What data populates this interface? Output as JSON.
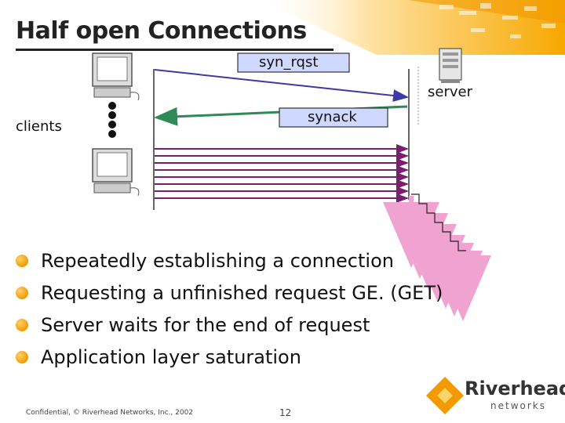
{
  "title": "Half open Connections",
  "labels": {
    "syn_rqst": "syn_rqst",
    "server": "server",
    "clients": "clients",
    "synack": "synack"
  },
  "bullets": [
    "Repeatedly establishing a connection",
    "Requesting a unfinished request GE. (GET)",
    "Server waits for the end of request",
    "Application layer saturation"
  ],
  "footer": {
    "confidential": "Confidential, © Riverhead Networks, Inc., 2002",
    "page_number": "12"
  },
  "logo": {
    "name": "Riverhead",
    "tagline": "networks"
  },
  "icons": [
    "computer-icon",
    "server-icon",
    "ellipsis-dots-icon",
    "bullet-icon",
    "riverhead-logo-icon"
  ],
  "colors": {
    "accent_orange": "#f29a00",
    "syn_arrow": "#3a3aa8",
    "synack_arrow": "#2e8b57",
    "flood_arrows": "#7a1f6e",
    "pending_arrows": "#f0a3d0",
    "label_box_fill": "#cfd8ff"
  }
}
